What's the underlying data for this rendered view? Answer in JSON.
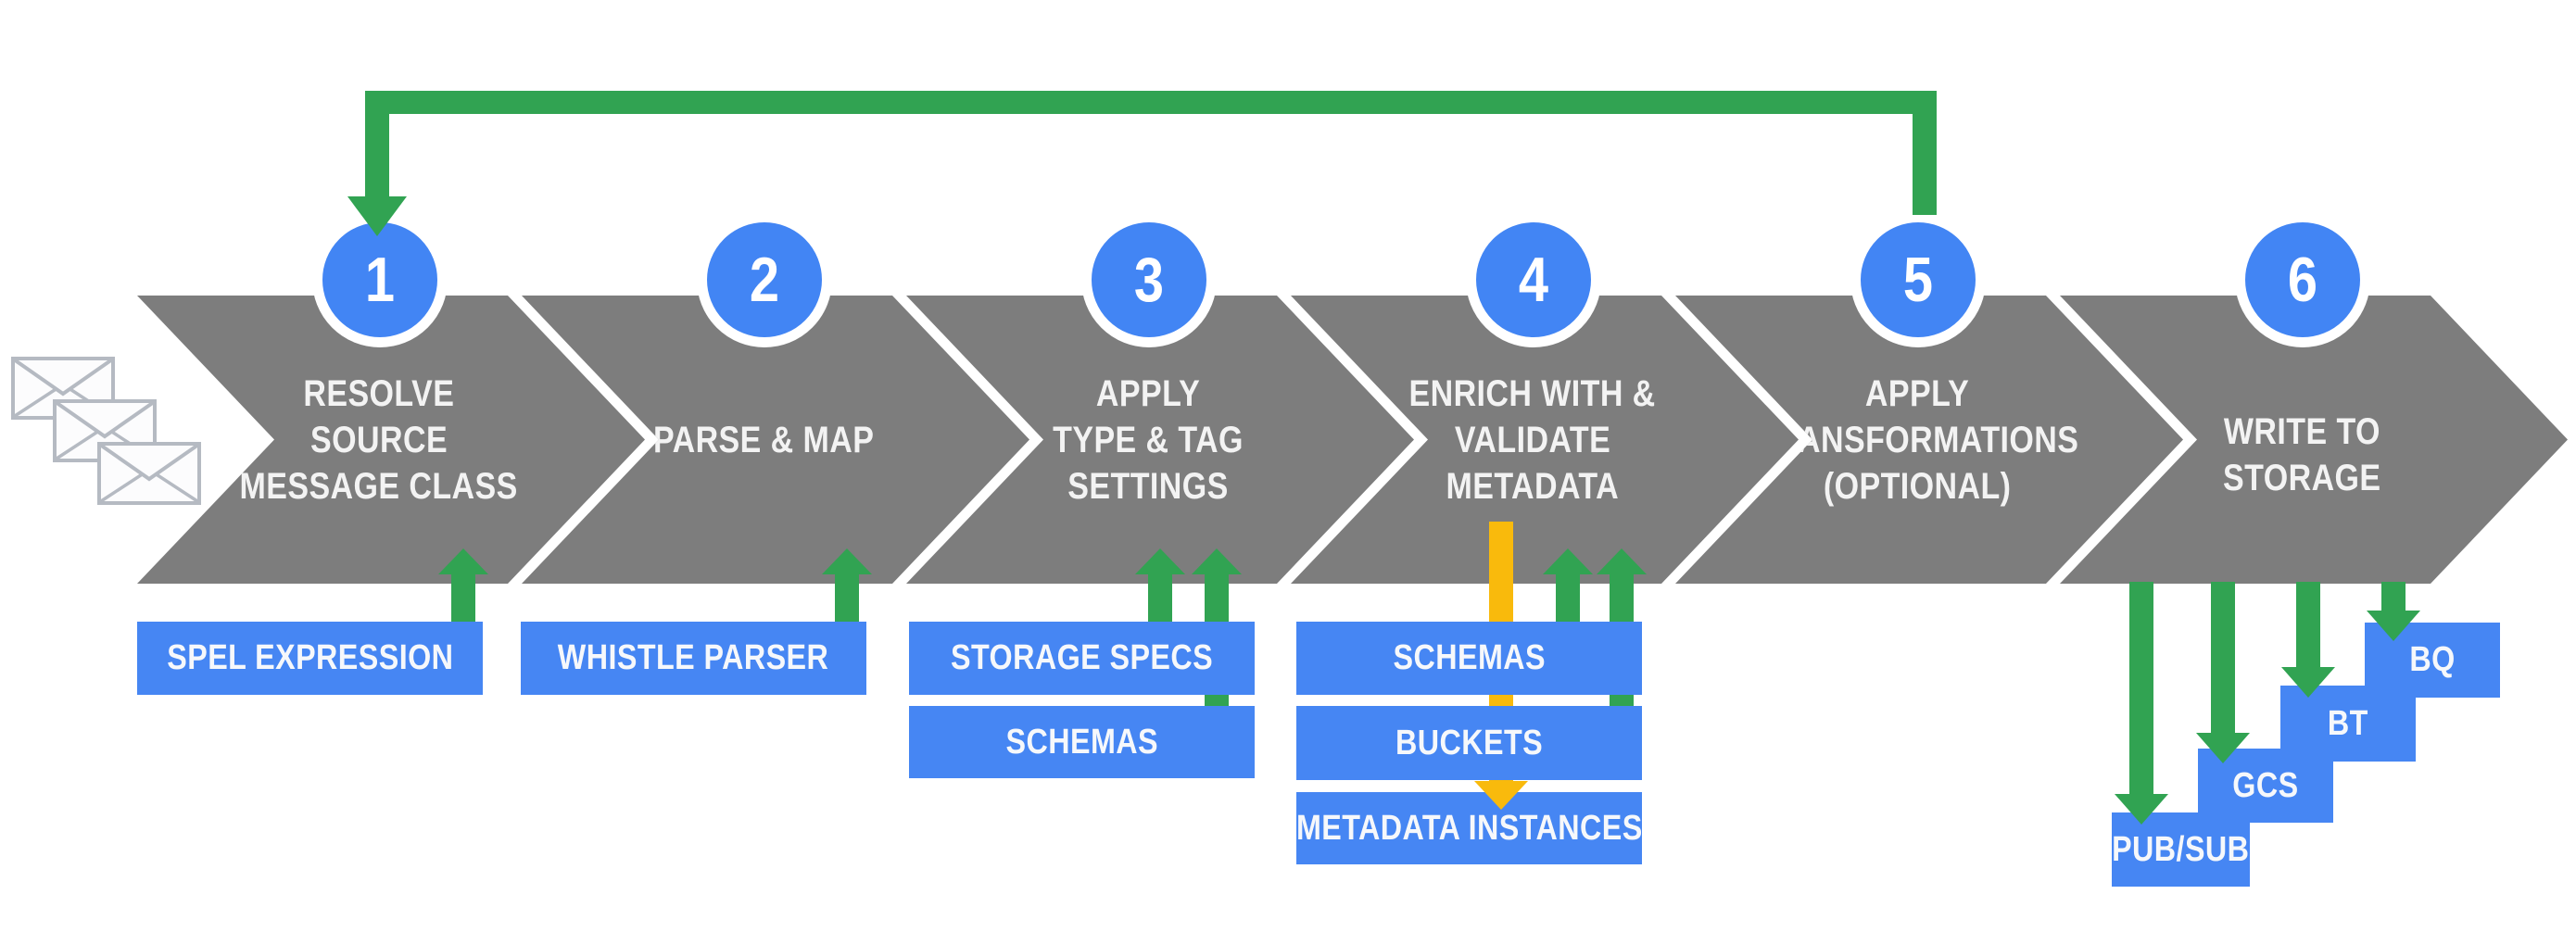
{
  "colors": {
    "chevron_gray": "#7D7D7D",
    "accent_blue": "#4686F3",
    "circle_blue": "#4285F4",
    "arrow_green": "#31A352",
    "arrow_yellow": "#F9BA0C",
    "text_white": "#F3F3F3",
    "envelope_gray": "#B5BAC2"
  },
  "steps": [
    {
      "number": "1",
      "lines": [
        "RESOLVE",
        "SOURCE",
        "MESSAGE CLASS"
      ]
    },
    {
      "number": "2",
      "lines": [
        "PARSE & MAP"
      ]
    },
    {
      "number": "3",
      "lines": [
        "APPLY",
        "TYPE & TAG",
        "SETTINGS"
      ]
    },
    {
      "number": "4",
      "lines": [
        "ENRICH WITH &",
        "VALIDATE",
        "METADATA"
      ]
    },
    {
      "number": "5",
      "lines": [
        "APPLY",
        "TRANSFORMATIONS",
        "(OPTIONAL)"
      ]
    },
    {
      "number": "6",
      "lines": [
        "WRITE TO",
        "STORAGE"
      ]
    }
  ],
  "inputs": {
    "step1": [
      "SPEL EXPRESSION"
    ],
    "step2": [
      "WHISTLE PARSER"
    ],
    "step3": [
      "STORAGE SPECS",
      "SCHEMAS"
    ],
    "step4": [
      "SCHEMAS",
      "BUCKETS",
      "METADATA INSTANCES"
    ]
  },
  "outputs": [
    "PUB/SUB",
    "GCS",
    "BT",
    "BQ"
  ],
  "icons": {
    "input_messages": "envelope-stack"
  }
}
